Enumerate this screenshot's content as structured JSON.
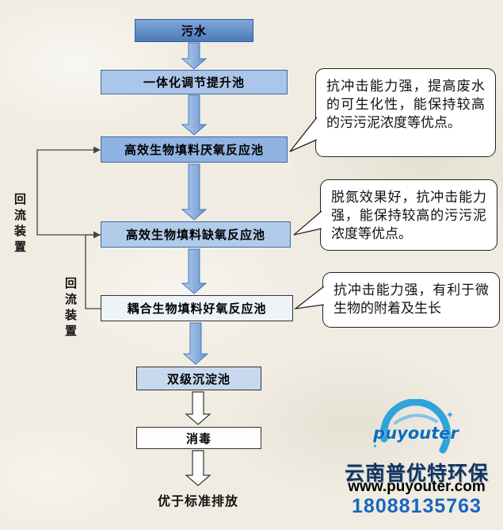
{
  "diagram": {
    "nodes": [
      {
        "id": "wastewater",
        "label": "污水"
      },
      {
        "id": "regulating-tank",
        "label": "一体化调节提升池"
      },
      {
        "id": "anaerobic-tank",
        "label": "高效生物填料厌氧反应池"
      },
      {
        "id": "anoxic-tank",
        "label": "高效生物填料缺氧反应池"
      },
      {
        "id": "aerobic-tank",
        "label": "耦合生物填料好氧反应池"
      },
      {
        "id": "settling-tank",
        "label": "双级沉淀池"
      },
      {
        "id": "disinfection",
        "label": "消毒"
      },
      {
        "id": "outflow",
        "label": "优于标准排放"
      }
    ],
    "callouts": [
      {
        "text": "抗冲击能力强，提高废水的可生化性，能保持较高的污污泥浓度等优点。"
      },
      {
        "text": "脱氮效果好，抗冲击能力强，能保持较高的污污泥浓度等优点。"
      },
      {
        "text": "抗冲击能力强，有利于微生物的附着及生长"
      }
    ],
    "reflux_labels": [
      {
        "text": "回流装置"
      },
      {
        "text": "回流装置"
      }
    ]
  },
  "branding": {
    "logo_text": "puyouter",
    "company": "云南普优特环保",
    "website": "www.puyouter.com",
    "phone": "18088135763"
  },
  "colors": {
    "node_dark_blue": "#4c7ab8",
    "node_medium_blue": "#8fb3e2",
    "node_light_blue": "#abc6e9",
    "arrow_blue": "#6b95d1",
    "brand_blue": "#1766c0",
    "logo_blue": "#2ea3dc"
  }
}
